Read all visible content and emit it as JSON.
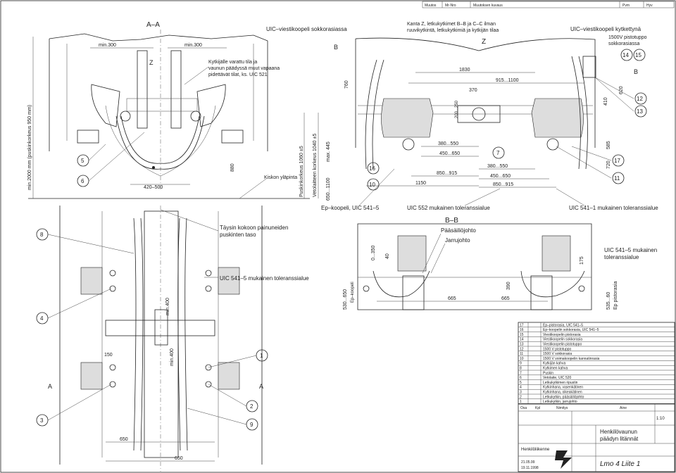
{
  "header": {
    "c1": "Muutos",
    "c2": "Mr-Nro",
    "c3": "Muutoksen kuvaus",
    "c4": "Pvm",
    "c5": "Hyv"
  },
  "views": {
    "aa": "A–A",
    "bb": "B–B",
    "z": "Z",
    "section_a1": "A",
    "section_a2": "A",
    "section_b1": "B",
    "section_b2": "B"
  },
  "dims": {
    "min300_l": "min.300",
    "min300_r": "min.300",
    "d420": "420–500",
    "d880": "880",
    "d760": "760",
    "d1830": "1830",
    "d915": "915...1100",
    "d370": "370",
    "d200": "200...250",
    "d380": "380...550",
    "d450": "450...650",
    "d850": "850...915",
    "d1150": "1150",
    "d380b": "380...550",
    "d450b": "450...650",
    "d850b": "850...915",
    "d410": "410",
    "d620": "620",
    "dmax": "max. 445",
    "d650": "650...1100",
    "d585": "585",
    "d720": "720",
    "d350": "0...350",
    "d40": "40",
    "d665a": "665",
    "d665b": "665",
    "d390": "390",
    "d175": "175",
    "d530": "530...650",
    "d535": "535...60",
    "d150": "150",
    "d400": "min.400",
    "d400b": "min.400",
    "d650a": "650",
    "d650b": "650",
    "d2000": "min.2000 mm (puskinkorkeus 950 mm)",
    "d1060": "Puskinkorkeus 1060 ±5",
    "d1040": "Vetolaitteen korkeus 1040 ±5",
    "d760r": "max. 445"
  },
  "notes": {
    "uic_viesti": "UIC–viestikoopeli sokkorasiassa",
    "kanta_z": "Kanta Z, letkukytkimet B–B ja C–C ilman",
    "kanta_z2": "ruuvikytkintä, letkukytkimiä ja kytkijän tilaa",
    "uic_viesti_kyt": "UIC–viestikoopeli kytkettynä",
    "v1500": "1500V pistotuppo",
    "v1500b": "sokkorasiassa",
    "kytkijalle": "Kytkijälle varattu tila ja",
    "kytkijalle2": "vaunun päädyssä muut vapaana",
    "kytkijalle3": "pidettävät tilat, ks. UIC 521",
    "kiskon": "Kiskon yläpinta",
    "ep_koopeli": "Ep–koopeli, UIC 541–5",
    "uic552": "UIC 552 mukainen toleranssialue",
    "uic541_1": "UIC 541–1 mukainen toleranssialue",
    "taysin": "Täysin kokoon painuneiden",
    "taysin2": "puskinten taso",
    "uic541_5": "UIC 541–5 mukainen toleranssialue",
    "paasailio": "Pääsäiliöjohto",
    "jarrujohto": "Jarrujohto",
    "uic541_5b": "UIC 541–5 mukainen",
    "uic541_5c": "toleranssialue",
    "ep_pistor": "Ep pistorasia",
    "ep_koopeli2": "Ep–koopeli"
  },
  "balloons": [
    "1",
    "2",
    "3",
    "4",
    "5",
    "6",
    "7",
    "8",
    "9",
    "10",
    "11",
    "12",
    "13",
    "14",
    "15",
    "16",
    "17"
  ],
  "parts_list": [
    {
      "no": "17",
      "name": "Ep–pistorasia, UIC 541–5"
    },
    {
      "no": "16",
      "name": "Ep–koopelin sokkorasia, UIC 541–5"
    },
    {
      "no": "15",
      "name": "Viestikoopelin pistorasia"
    },
    {
      "no": "14",
      "name": "Viestikoopelin sokkorasia"
    },
    {
      "no": "13",
      "name": "Viestikoopelin pistotuppo"
    },
    {
      "no": "12",
      "name": "1500 V pistotuppo"
    },
    {
      "no": "11",
      "name": "1500 V sokkorasia"
    },
    {
      "no": "10",
      "name": "1500 V voimakoopelin kannatinrasia"
    },
    {
      "no": "9",
      "name": "Kytkijän kahva"
    },
    {
      "no": "8",
      "name": "Kytkimen kahva"
    },
    {
      "no": "7",
      "name": "Puskin"
    },
    {
      "no": "6",
      "name": "Vetolaite, UIC 520"
    },
    {
      "no": "5",
      "name": "Letkukytkimen ripustin"
    },
    {
      "no": "4",
      "name": "Kytkinhana, vasenkätinen"
    },
    {
      "no": "3",
      "name": "Kytkinhana, oikeakätinen"
    },
    {
      "no": "2",
      "name": "Letkukytkin, pääsäiliöjohto"
    },
    {
      "no": "1",
      "name": "Letkukytkin, jarrujohto"
    }
  ],
  "title_block": {
    "h_pos": "Osa",
    "h_kpl": "Kpl",
    "h_nim": "Nimitys",
    "h_aine": "Aine",
    "drawing_title": "Henkilövaunun",
    "drawing_title2": "päädyn litännät",
    "scale": "1:10",
    "company": "Henkilöliikenne",
    "org": "VR",
    "doc": "Lmo 4 Liite 1",
    "date1": "19.11.1998",
    "date2": "21.05.99"
  },
  "colors": {
    "ink": "#222222",
    "paper": "#ffffff",
    "fill": "#dddddd"
  }
}
